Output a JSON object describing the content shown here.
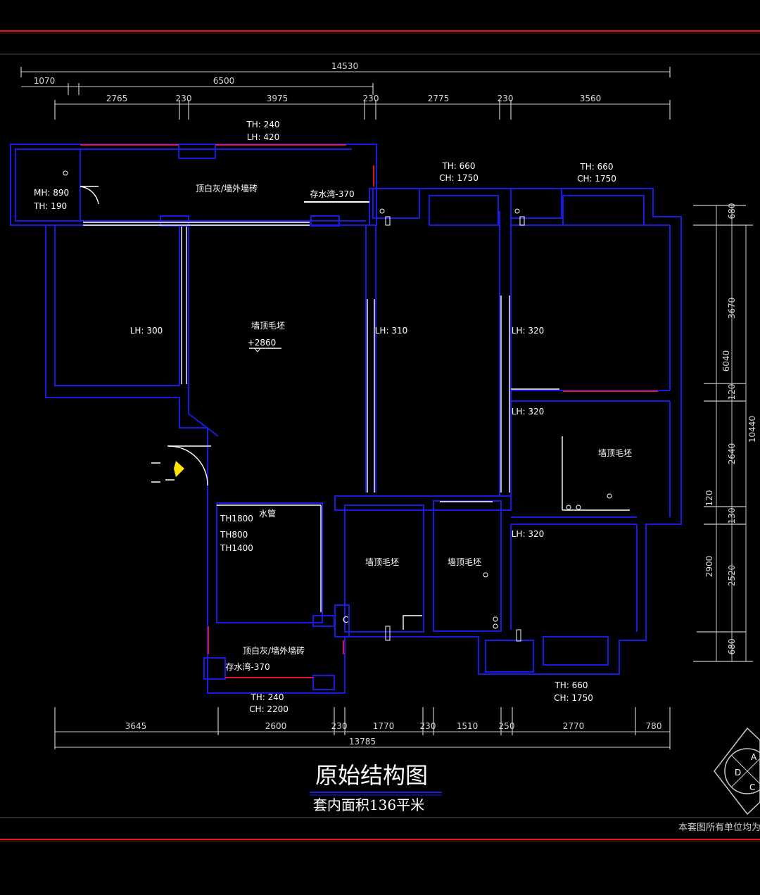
{
  "title": "原始结构图",
  "subtitle": "套内面积136平米",
  "note": "本套图所有单位均为",
  "compass": [
    "A",
    "C",
    "D"
  ],
  "colors": {
    "wall": "#1a1ae6",
    "border_red": "#e01818",
    "background": "#000000",
    "yellow": "#ffe600"
  },
  "dims_top": {
    "total": "14530",
    "row2": [
      "1070",
      "6500"
    ],
    "row3": [
      "2765",
      "230",
      "3975",
      "230",
      "2775",
      "230",
      "3560"
    ]
  },
  "dims_bottom": {
    "row1": [
      "3645",
      "2600",
      "230",
      "1770",
      "230",
      "1510",
      "250",
      "2770",
      "780"
    ],
    "total": "13785"
  },
  "dims_right": {
    "outer": "10440",
    "middle": [
      "6040",
      "120",
      "2900"
    ],
    "inner": [
      "680",
      "3670",
      "120",
      "2640",
      "130",
      "2520",
      "680"
    ]
  },
  "rooms": [
    {
      "text": "顶白灰/墙外墙砖"
    },
    {
      "text": "MH: 890"
    },
    {
      "text": "TH: 190"
    },
    {
      "text": "TH: 240"
    },
    {
      "text": "LH: 420"
    },
    {
      "text": "存水湾-370"
    },
    {
      "text": "TH: 660"
    },
    {
      "text": "CH: 1750"
    },
    {
      "text": "TH: 660"
    },
    {
      "text": "CH: 1750"
    },
    {
      "text": "LH: 300"
    },
    {
      "text": "墙顶毛坯"
    },
    {
      "text": "+2860"
    },
    {
      "text": "LH: 310"
    },
    {
      "text": "LH: 320"
    },
    {
      "text": "LH: 320"
    },
    {
      "text": "墙顶毛坯"
    },
    {
      "text": "LH: 320"
    },
    {
      "text": "水管"
    },
    {
      "text": "墙顶毛坯"
    },
    {
      "text": "墙顶毛坯"
    },
    {
      "text": "顶白灰/墙外墙砖"
    },
    {
      "text": "存水湾-370"
    },
    {
      "text": "TH: 240"
    },
    {
      "text": "CH: 2200"
    },
    {
      "text": "TH: 660"
    },
    {
      "text": "CH: 1750"
    },
    {
      "text": "TH1800"
    },
    {
      "text": "TH800"
    },
    {
      "text": "TH1400"
    }
  ]
}
